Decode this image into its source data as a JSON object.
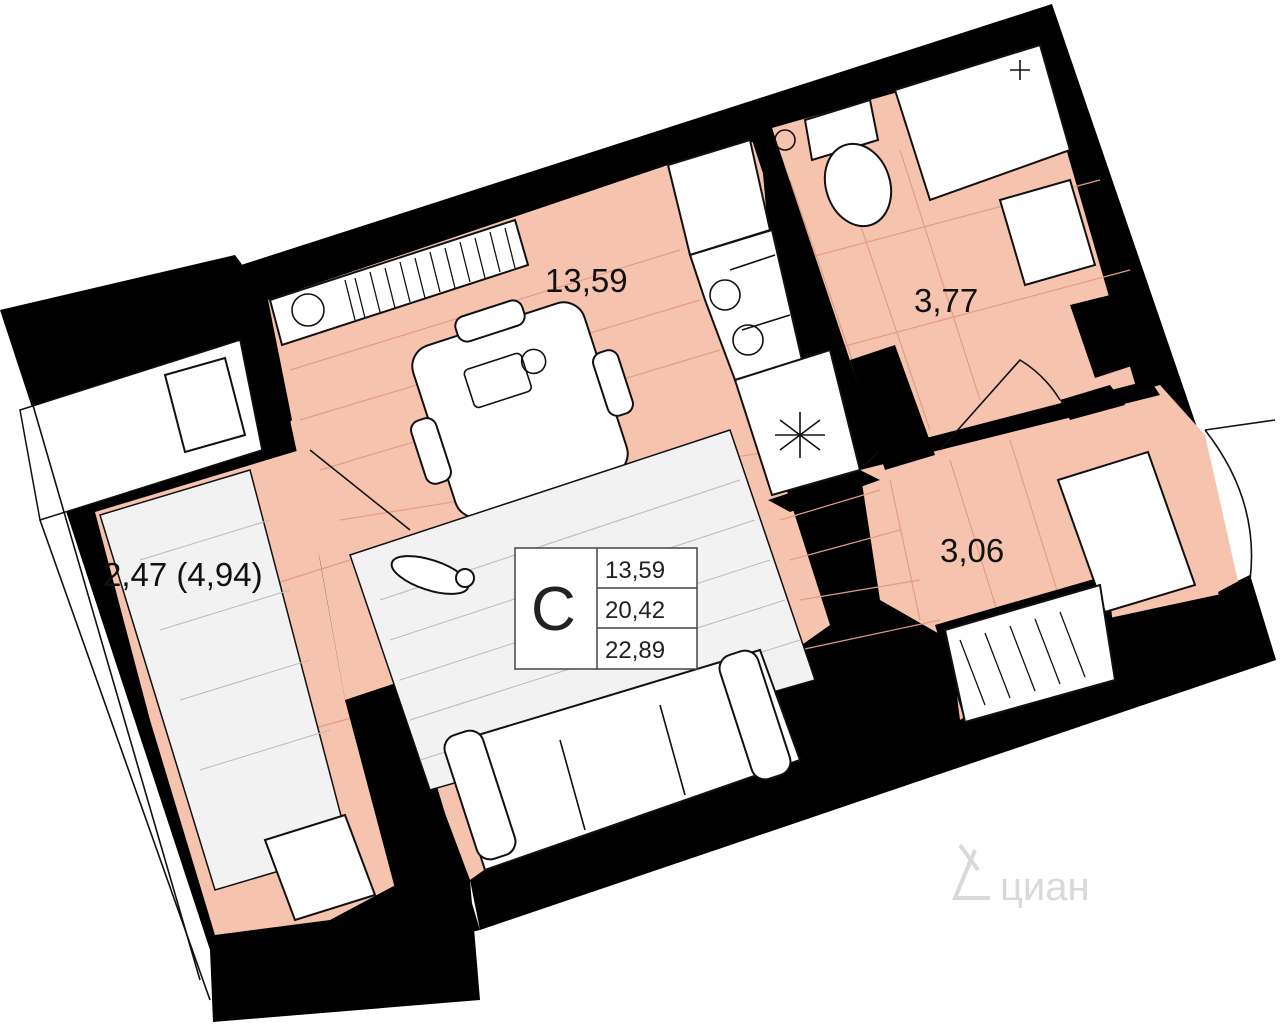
{
  "colors": {
    "floor": "#f6c4ae",
    "wall": "#000000",
    "tile_grid": "#e39d84",
    "furniture": "#ffffff"
  },
  "rooms": {
    "main_room": {
      "area": "13,59"
    },
    "bathroom": {
      "area": "3,77"
    },
    "hallway": {
      "area": "3,06"
    },
    "balcony": {
      "area": "2,47 (4,94)"
    }
  },
  "legend": {
    "letter": "С",
    "living_area": "13,59",
    "area_without_balcony": "20,42",
    "total_area": "22,89"
  },
  "watermark": {
    "text": "циан",
    "icon": "cian-house-icon"
  }
}
